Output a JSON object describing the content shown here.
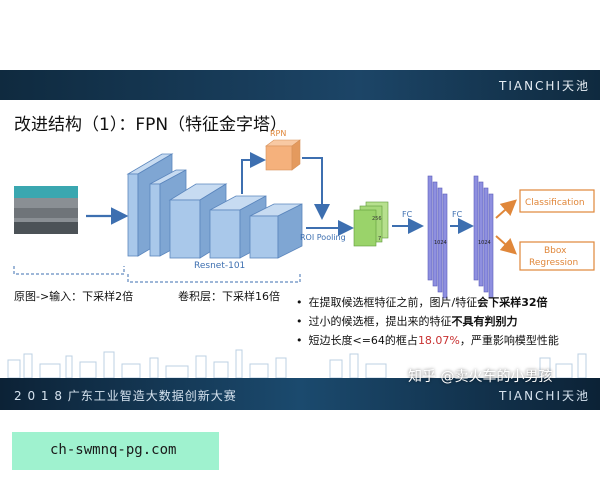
{
  "slide": {
    "brand": "TIANCHI天池",
    "title": "改进结构（1）：FPN（特征金字塔）",
    "diagram": {
      "rpn": "RPN",
      "resnet": "Resnet-101",
      "roi": "ROI Pooling",
      "fc1": "FC",
      "fc2": "FC",
      "dim1": "1024",
      "dim2": "1024",
      "n256": "256",
      "n7": "7",
      "classification": "Classification",
      "bbox1": "Bbox",
      "bbox2": "Regression",
      "caption_left": "原图->输入：下采样2倍",
      "caption_mid": "卷积层：下采样16倍"
    },
    "bullets": {
      "b1_pre": "在提取候选框特征之前，图片/特征",
      "b1_bold": "会下采样32倍",
      "b2_pre": "过小的候选框，提出来的特征",
      "b2_bold": "不具有判别力",
      "b3_pre": "短边长度<=64的框占",
      "b3_red": "18.07%",
      "b3_post": "，严重影响模型性能"
    },
    "footer_left": "2 0 1 8  广东工业智造大数据创新大赛",
    "footer_right": "TIANCHI天池",
    "watermark": "知乎 @卖火车的小男孩"
  },
  "url": "ch-swmnq-pg.com",
  "colors": {
    "box_blue": "#a9c8ea",
    "box_blue_dark": "#7fa6d3",
    "rpn_orange": "#f5b17c",
    "roi_green": "#9ad36a",
    "fc_purple": "#8e8fe0",
    "arrow_blue": "#3d6fb0",
    "arrow_orange": "#e0873a",
    "url_bg": "#9ff2cf"
  }
}
